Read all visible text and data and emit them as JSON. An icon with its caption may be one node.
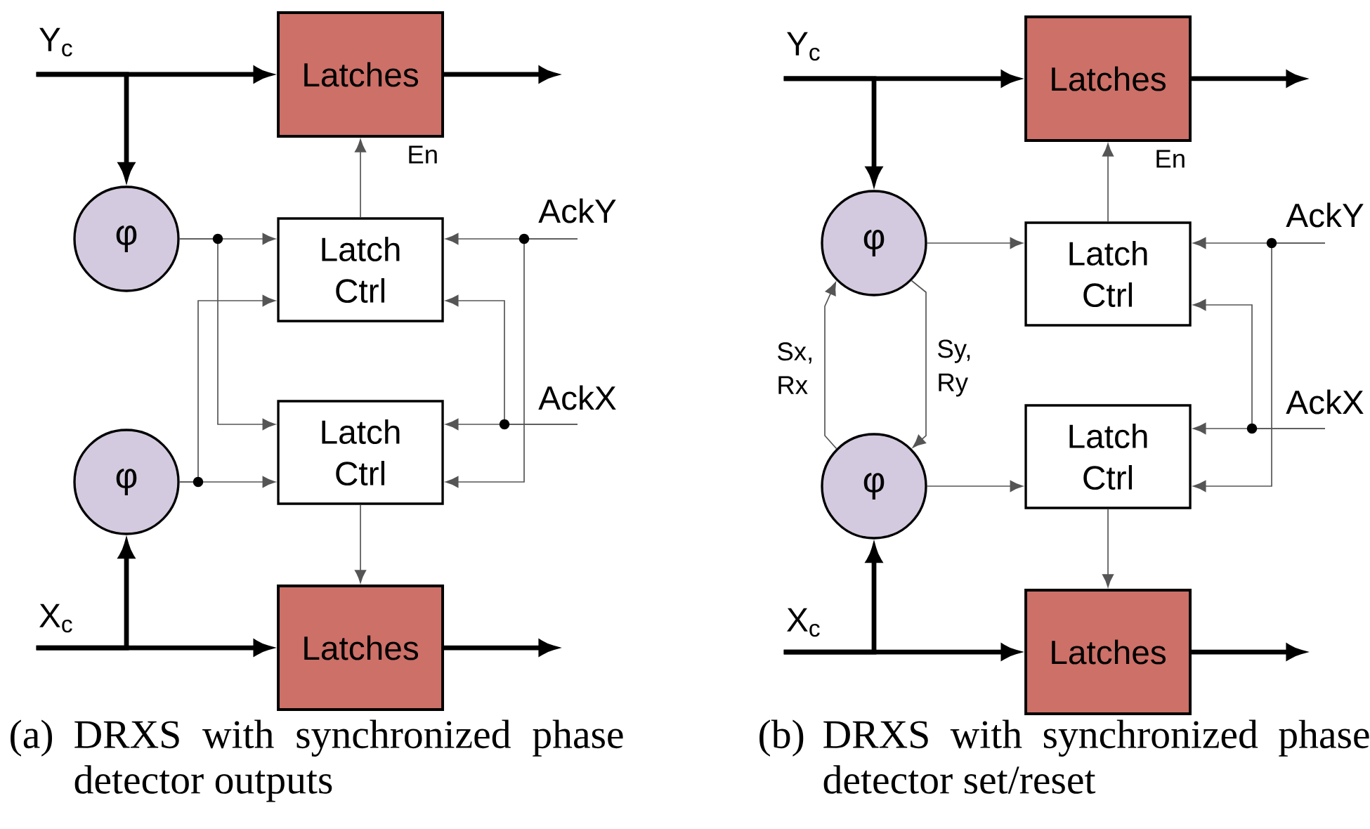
{
  "diagram": {
    "nodes": [
      {
        "text": [
          "Y$_{c}$"
        ]
      },
      {
        "text": [
          "Latches"
        ]
      },
      {
        "text": [
          "φ"
        ]
      },
      {
        "text": [
          "Latch Ctrl"
        ]
      },
      {
        "text": [
          "AckY"
        ]
      },
      {
        "text": [
          "AckX"
        ]
      },
      {
        "text": [
          "φ"
        ]
      },
      {
        "text": [
          "Latch Ctrl"
        ]
      },
      {
        "text": [
          "X$_{c}$"
        ]
      },
      {
        "text": [
          "Latches"
        ]
      },
      {
        "text": [
          "Y$_{c}$"
        ]
      },
      {
        "text": [
          "Latches"
        ]
      },
      {
        "text": [
          "φ"
        ]
      },
      {
        "text": [
          "Latch Ctrl"
        ]
      },
      {
        "text": [
          "AckY"
        ]
      },
      {
        "text": [
          "AckX"
        ]
      },
      {
        "text": [
          "φ"
        ]
      },
      {
        "text": [
          "Latch Ctrl"
        ]
      },
      {
        "text": [
          "X$_{c}$"
        ]
      },
      {
        "text": [
          "Latches"
        ]
      }
    ],
    "edges": [
      {
        "from": 0,
        "to": 1,
        "arrow": "to",
        "style": "thick",
        "color": "#000000"
      },
      {
        "from": 0,
        "to": 2,
        "arrow": "to",
        "style": "thick",
        "color": "#000000"
      },
      {
        "from": 1,
        "to": null,
        "arrow": "to",
        "style": "thick",
        "color": "#000000"
      },
      {
        "from": 3,
        "to": 1,
        "arrow": "to",
        "label": "En"
      },
      {
        "from": 2,
        "to": 3,
        "arrow": "to"
      },
      {
        "from": 2,
        "to": 7,
        "arrow": "to"
      },
      {
        "from": 6,
        "to": 7,
        "arrow": "to"
      },
      {
        "from": 6,
        "to": 3,
        "arrow": "to"
      },
      {
        "from": 4,
        "to": 3,
        "arrow": "to"
      },
      {
        "from": 4,
        "to": 7,
        "arrow": "to"
      },
      {
        "from": 5,
        "to": 7,
        "arrow": "to"
      },
      {
        "from": 5,
        "to": 3,
        "arrow": "to"
      },
      {
        "from": 7,
        "to": 9,
        "arrow": "to"
      },
      {
        "from": 8,
        "to": 9,
        "arrow": "to",
        "style": "thick",
        "color": "#000000"
      },
      {
        "from": 8,
        "to": 6,
        "arrow": "to",
        "style": "thick",
        "color": "#000000"
      },
      {
        "from": 9,
        "to": null,
        "arrow": "to",
        "style": "thick",
        "color": "#000000"
      },
      {
        "from": 10,
        "to": 11,
        "arrow": "to",
        "style": "thick",
        "color": "#000000"
      },
      {
        "from": 10,
        "to": 12,
        "arrow": "to",
        "style": "thick",
        "color": "#000000"
      },
      {
        "from": 11,
        "to": null,
        "arrow": "to",
        "style": "thick",
        "color": "#000000"
      },
      {
        "from": 13,
        "to": 11,
        "arrow": "to",
        "label": "En"
      },
      {
        "from": 12,
        "to": 13,
        "arrow": "to"
      },
      {
        "from": 16,
        "to": 12,
        "arrow": "to",
        "label": "Sx, Rx"
      },
      {
        "from": 12,
        "to": 16,
        "arrow": "to",
        "label": "Sy, Ry"
      },
      {
        "from": 16,
        "to": 17,
        "arrow": "to"
      },
      {
        "from": 14,
        "to": 13,
        "arrow": "to"
      },
      {
        "from": 14,
        "to": 17,
        "arrow": "to"
      },
      {
        "from": 15,
        "to": 17,
        "arrow": "to"
      },
      {
        "from": 15,
        "to": 13,
        "arrow": "to"
      },
      {
        "from": 17,
        "to": 19,
        "arrow": "to"
      },
      {
        "from": 18,
        "to": 19,
        "arrow": "to",
        "style": "thick",
        "color": "#000000"
      },
      {
        "from": 18,
        "to": 16,
        "arrow": "to",
        "style": "thick",
        "color": "#000000"
      },
      {
        "from": 19,
        "to": null,
        "arrow": "to",
        "style": "thick",
        "color": "#000000"
      }
    ],
    "labels": [
      "(a)",
      "DRXS with synchronized phase detector outputs",
      "(b)",
      "DRXS with synchronized phase detector set/reset"
    ]
  }
}
